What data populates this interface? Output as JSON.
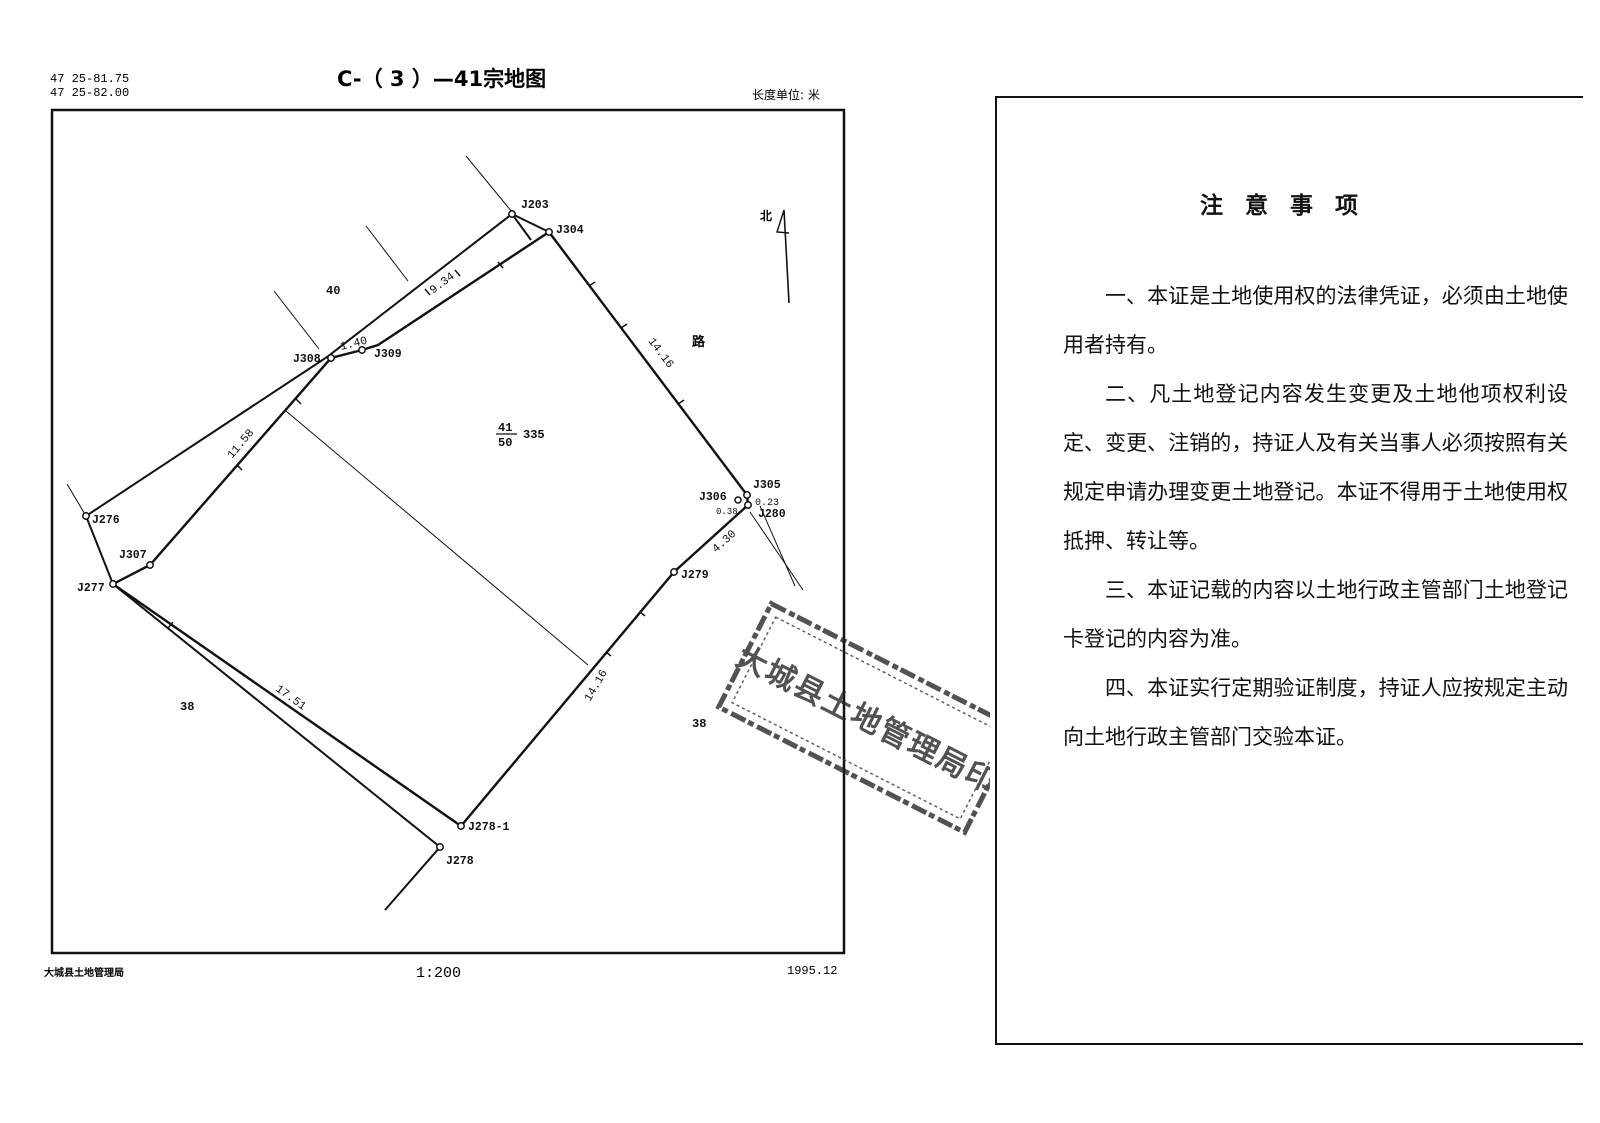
{
  "map": {
    "coords": [
      "47 25-81.75",
      "47 25-82.00"
    ],
    "title": "C-（ 3 ）—41宗地图",
    "unit_label": "长度单位: 米",
    "north_label": "北",
    "scale": "1:200",
    "agency": "大城县土地管理局",
    "date": "1995.12",
    "road_label": "路",
    "parcel": {
      "numerator": "41",
      "denominator": "50",
      "area": "335"
    },
    "neighbors": [
      "40",
      "38",
      "38"
    ],
    "points": {
      "J203": "J203",
      "J304": "J304",
      "J308": "J308",
      "J309": "J309",
      "J305": "J305",
      "J306": "J306",
      "J280": "J280",
      "J279": "J279",
      "J276": "J276",
      "J307": "J307",
      "J277": "J277",
      "J278_1": "J278-1",
      "J278": "J278"
    },
    "edges": {
      "e934": "9.34",
      "e140": "1.40",
      "e1416_top": "14.16",
      "e1158": "11.58",
      "e023": "0.23",
      "e038": "0.38",
      "e430": "4.30",
      "e1751": "17.51",
      "e1416_bottom": "14.16"
    }
  },
  "stamp": {
    "text": "大城县土地管理局印"
  },
  "notice": {
    "title": "注意事项",
    "items": [
      "一、本证是土地使用权的法律凭证，必须由土地使用者持有。",
      "二、凡土地登记内容发生变更及土地他项权利设定、变更、注销的，持证人及有关当事人必须按照有关规定申请办理变更土地登记。本证不得用于土地使用权抵押、转让等。",
      "三、本证记载的内容以土地行政主管部门土地登记卡登记的内容为准。",
      "四、本证实行定期验证制度，持证人应按规定主动向土地行政主管部门交验本证。"
    ]
  }
}
